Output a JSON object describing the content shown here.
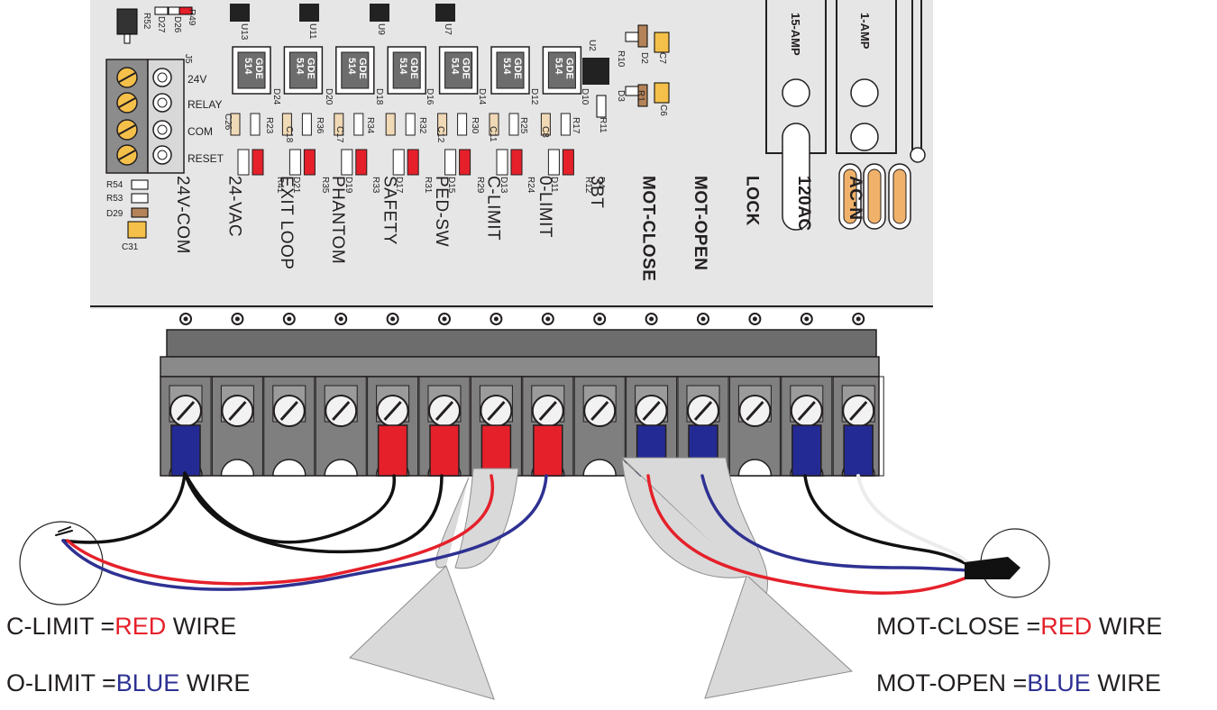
{
  "colors": {
    "board": "#e6e6e6",
    "red_wire": "#e5202a",
    "blue_wire": "#2e3192",
    "black_wire": "#111111",
    "white_wire": "#ececec",
    "red_connector": "#e5202a",
    "blue_connector": "#242a94",
    "terminal_body": "#7f7f7f",
    "fuse_lead": "#f0b26b",
    "cap_yellow": "#f5c04a"
  },
  "terminal_labels": [
    "24V-COM",
    "24-VAC",
    "EXIT LOOP",
    "PHANTOM",
    "SAFETY",
    "PED-SW",
    "C-LIMIT",
    "0-LIMIT",
    "3BT",
    "MOT-CLOSE",
    "MOT-OPEN",
    "LOCK",
    "120AC",
    "AC-N"
  ],
  "connectors": [
    "blue",
    "none",
    "none",
    "none",
    "red",
    "red",
    "red",
    "red",
    "none",
    "blue",
    "blue",
    "none",
    "blue",
    "blue"
  ],
  "relay_block": {
    "j_label": "J5",
    "labels": [
      "24V",
      "RELAY",
      "COM",
      "RESET"
    ]
  },
  "fuses": [
    {
      "label": "15-AMP"
    },
    {
      "label": "1-AMP"
    }
  ],
  "relays": {
    "text_top": "514",
    "text_bottom": "GDE",
    "count": 7
  },
  "board_labels": [
    {
      "t": "R52"
    },
    {
      "t": "D27"
    },
    {
      "t": "D26"
    },
    {
      "t": "R49"
    },
    {
      "t": "U13"
    },
    {
      "t": "U11"
    },
    {
      "t": "U9"
    },
    {
      "t": "U7"
    },
    {
      "t": "U2"
    },
    {
      "t": "R10"
    },
    {
      "t": "D2"
    },
    {
      "t": "C7"
    },
    {
      "t": "R1"
    },
    {
      "t": "D3"
    },
    {
      "t": "C6"
    },
    {
      "t": "D24"
    },
    {
      "t": "D20"
    },
    {
      "t": "D18"
    },
    {
      "t": "D16"
    },
    {
      "t": "D14"
    },
    {
      "t": "D12"
    },
    {
      "t": "D10"
    },
    {
      "t": "C26"
    },
    {
      "t": "R23"
    },
    {
      "t": "R36"
    },
    {
      "t": "R34"
    },
    {
      "t": "R32"
    },
    {
      "t": "R30"
    },
    {
      "t": "R25"
    },
    {
      "t": "R17"
    },
    {
      "t": "R11"
    },
    {
      "t": "C18"
    },
    {
      "t": "C17"
    },
    {
      "t": "C12"
    },
    {
      "t": "C11"
    },
    {
      "t": "C8"
    },
    {
      "t": "R41"
    },
    {
      "t": "D21"
    },
    {
      "t": "R35"
    },
    {
      "t": "D19"
    },
    {
      "t": "R33"
    },
    {
      "t": "D17"
    },
    {
      "t": "R31"
    },
    {
      "t": "D15"
    },
    {
      "t": "R29"
    },
    {
      "t": "D13"
    },
    {
      "t": "R24"
    },
    {
      "t": "D11"
    },
    {
      "t": "R12"
    },
    {
      "t": "D4"
    },
    {
      "t": "R54"
    },
    {
      "t": "R53"
    },
    {
      "t": "D29"
    },
    {
      "t": "C31"
    }
  ],
  "legend": {
    "c_limit": {
      "prefix": "C-LIMIT =",
      "color_word": "RED",
      "suffix": " WIRE"
    },
    "o_limit": {
      "prefix": "O-LIMIT =",
      "color_word": "BLUE",
      "suffix": " WIRE"
    },
    "mot_close": {
      "prefix": "MOT-CLOSE =",
      "color_word": "RED",
      "suffix": " WIRE"
    },
    "mot_open": {
      "prefix": "MOT-OPEN =",
      "color_word": "BLUE",
      "suffix": " WIRE"
    }
  }
}
